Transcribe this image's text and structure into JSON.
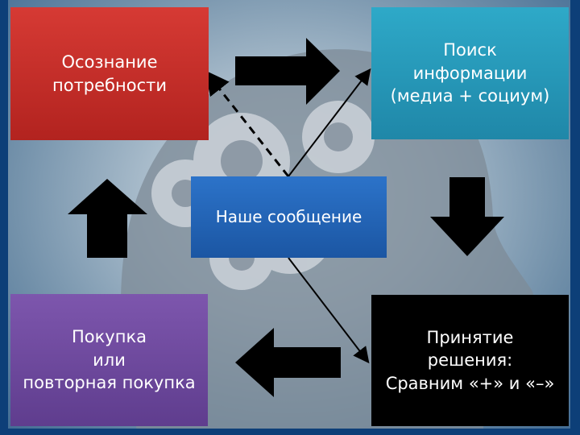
{
  "boxes": {
    "need_awareness": "Осознание\nпотребности",
    "info_search": "Поиск\nинформации\n(медиа + социум)",
    "our_message": "Наше сообщение",
    "purchase": "Покупка\nили\nповторная покупка",
    "decision": "Принятие\nрешения:\nСравним «+» и «–»"
  },
  "icons": [
    "arrow-right-icon",
    "arrow-down-icon",
    "arrow-left-icon",
    "arrow-up-icon",
    "head-with-gears-icon"
  ],
  "colors": {
    "need_awareness_bg": "#c62d28",
    "info_search_bg": "#279abb",
    "our_message_bg": "#2465b8",
    "purchase_bg": "#6e4a9e",
    "decision_bg": "#000000",
    "frame": "#0d3f78"
  }
}
